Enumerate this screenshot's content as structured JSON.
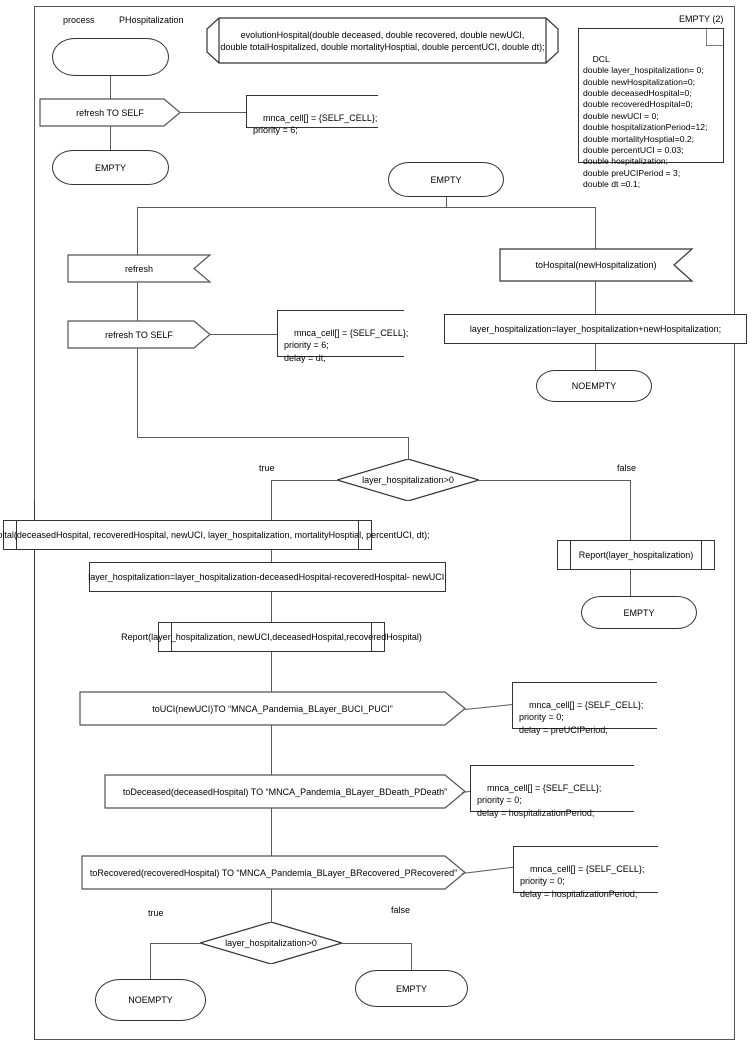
{
  "diagram": {
    "type": "sdl-process-diagram",
    "process_keyword": "process",
    "process_name": "PHospitalization",
    "page_label": "EMPTY (2)"
  },
  "procedure_header": {
    "line1": "evolutionHospital(double deceased, double recovered, double newUCI,",
    "line2": "double totalHospitalized, double mortalityHosptial, double percentUCI, double dt);"
  },
  "dcl": {
    "title": "DCL",
    "declarations": [
      "double layer_hospitalization= 0;",
      "double newHospitalization=0;",
      "double deceasedHospital=0;",
      "double recoveredHospital=0;",
      "double newUCI = 0;",
      "double hospitalizationPeriod=12;",
      "double mortalityHosptial=0.2;",
      "double percentUCI = 0.03;",
      "double hospitalization;",
      "double preUCIPeriod = 3;",
      "double dt =0.1;"
    ],
    "text": "DCL\ndouble layer_hospitalization= 0;\ndouble newHospitalization=0;\ndouble deceasedHospital=0;\ndouble recoveredHospital=0;\ndouble newUCI = 0;\ndouble hospitalizationPeriod=12;\ndouble mortalityHosptial=0.2;\ndouble percentUCI = 0.03;\ndouble hospitalization;\ndouble preUCIPeriod = 3;\ndouble dt =0.1;"
  },
  "start_branch": {
    "start_state_text": "",
    "output_refresh_self": "refresh TO SELF",
    "note_refresh_self": "mnca_cell[] = {SELF_CELL};\npriority = 6;",
    "end_state": "EMPTY"
  },
  "main_state": {
    "state": "EMPTY"
  },
  "refresh_branch": {
    "input": "refresh",
    "output": "refresh TO SELF",
    "note": "mnca_cell[] = {SELF_CELL};\npriority = 6;\ndelay = dt;"
  },
  "hospital_branch": {
    "input": "toHospital(newHospitalization)",
    "task": "layer_hospitalization=layer_hospitalization+newHospitalization;",
    "state": "NOEMPTY"
  },
  "decision_top": {
    "condition": "layer_hospitalization>0",
    "true_label": "true",
    "false_label": "false"
  },
  "true_path": {
    "procedure_call": "evolutionHospital(deceasedHospital, recoveredHospital, newUCI, layer_hospitalization, mortalityHosptial, percentUCI, dt);",
    "task": "layer_hospitalization=layer_hospitalization-deceasedHospital-recoveredHospital- newUCI;",
    "report_call": "Report(layer_hospitalization, newUCI,deceasedHospital,recoveredHospital)",
    "outputs": [
      {
        "label": "toUCI(newUCI)TO “MNCA_Pandemia_BLayer_BUCI_PUCI”",
        "note": "mnca_cell[] = {SELF_CELL};\npriority = 0;\ndelay = preUCIPeriod;"
      },
      {
        "label": "toDeceased(deceasedHospital) TO “MNCA_Pandemia_BLayer_BDeath_PDeath”",
        "note": "mnca_cell[] = {SELF_CELL};\npriority = 0;\ndelay = hospitalizationPeriod;"
      },
      {
        "label": "toRecovered(recoveredHospital) TO “MNCA_Pandemia_BLayer_BRecovered_PRecovered”",
        "note": "mnca_cell[] = {SELF_CELL};\npriority = 0;\ndelay = hospitalizationPeriod;"
      }
    ]
  },
  "false_path": {
    "report_call": "Report(layer_hospitalization)",
    "state": "EMPTY"
  },
  "decision_bottom": {
    "condition": "layer_hospitalization>0",
    "true_label": "true",
    "false_label": "false",
    "true_state": "NOEMPTY",
    "false_state": "EMPTY"
  },
  "colors": {
    "stroke": "#333333",
    "connector": "#5a5a5a",
    "background": "#ffffff"
  }
}
